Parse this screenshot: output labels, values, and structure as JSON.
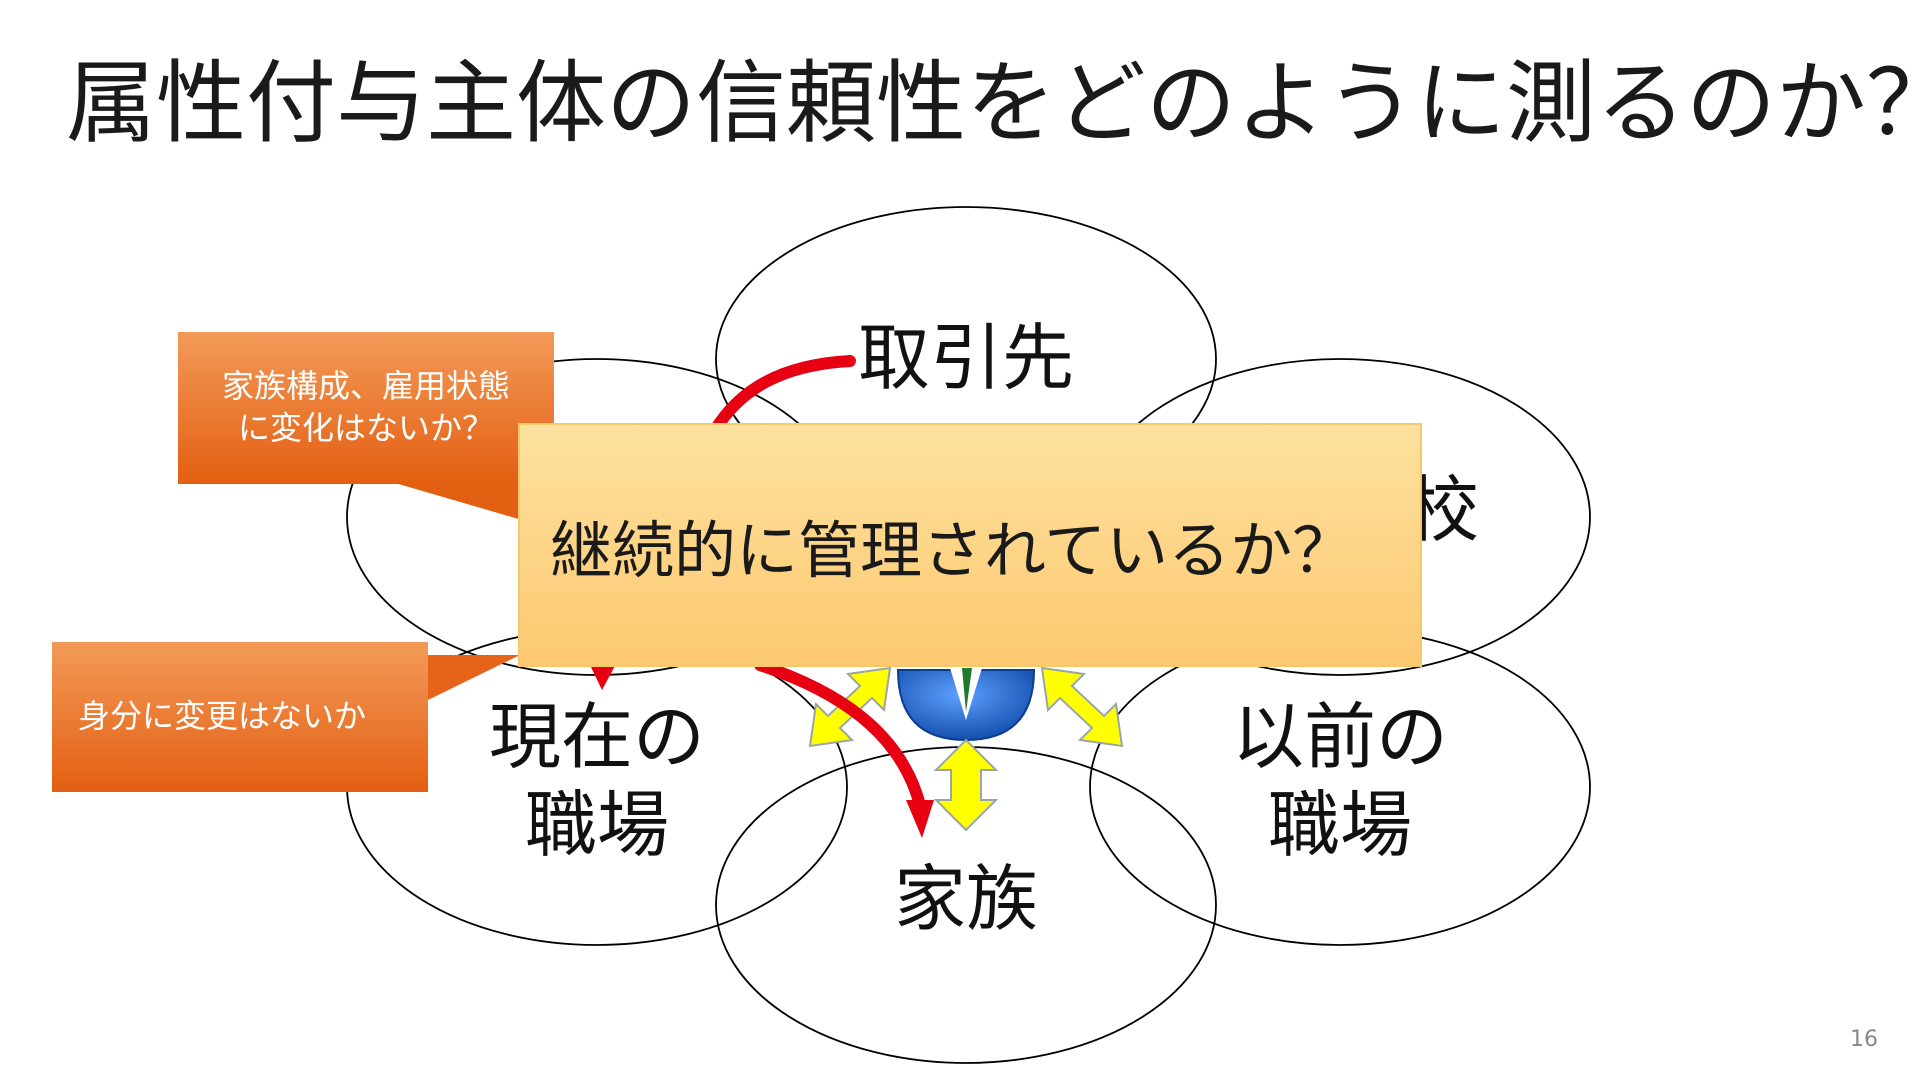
{
  "slide": {
    "title": "属性付与主体の信頼性をどのように測るのか？",
    "page_number": "16"
  },
  "circles": {
    "top": "取引先",
    "right_upper_partial": "校",
    "left_lower_line1": "現在の",
    "left_lower_line2": "職場",
    "right_lower_line1": "以前の",
    "right_lower_line2": "職場",
    "bottom": "家族"
  },
  "callouts": {
    "family_employment_line1": "家族構成、雇用状態",
    "family_employment_line2": "に変化はないか？",
    "identity": "身分に変更はないか"
  },
  "main_box": {
    "text": "継続的に管理されているか？"
  },
  "colors": {
    "callout_orange": "#ea6f24",
    "box_yellow": "#fdd488",
    "arrow_red": "#e60012",
    "arrow_yellow": "#ffff00",
    "person_blue": "#1b63c6"
  },
  "icons": {
    "person": "business-person-icon"
  }
}
